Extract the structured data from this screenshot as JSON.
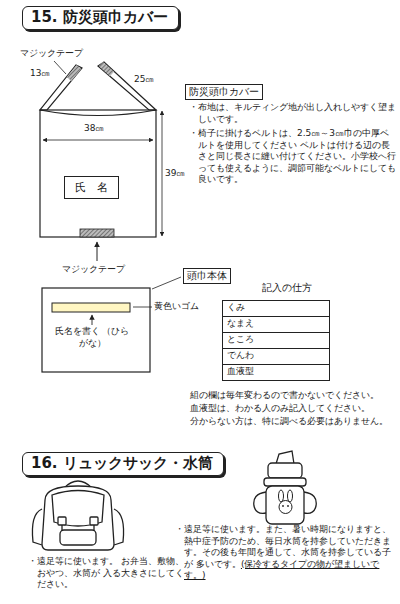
{
  "diagram": {
    "title": "15. 防災頭巾カバー",
    "nodes": [
      {
        "text": [
          "15. 防災頭巾カバー"
        ]
      },
      {
        "text": [
          "氏　名"
        ]
      },
      {
        "text": [
          "防災頭巾カバー"
        ]
      },
      {
        "text": [
          "頭巾本体"
        ]
      },
      {
        "text": [
          "16. リュックサック・水筒"
        ]
      }
    ],
    "labels": [
      "マジックテープ",
      "13㎝",
      "25㎝",
      "38㎝",
      "39㎝",
      "マジックテープ",
      "・布地は、キルティング地が出し入れしやすく望ましいです。",
      "・椅子に掛けるベルトは、2.5㎝～3㎝巾の中厚ベルトを使用してください ベルトは付ける辺の長さと同じ長さに縫い付けてください。小学校へ行っても使えるように、調節可能なベルトにしても良いです。",
      "黄色いゴム",
      "氏名を書く （ひらがな）",
      "記入の仕方",
      "くみ",
      "なまえ",
      "ところ",
      "でんわ",
      "血液型",
      "組の欄は毎年変わるので書かないでください。",
      "血液型は、わかる人のみ記入してください。",
      "分からない方は、特に調べる必要はありません。",
      "・遠足等に使います。 お弁当、敷物、おやつ、水筒が 入る大きさにしてください。",
      "・遠足等に使います。また、暑い時期になりますと、 熱中症予防のため、毎日水筒を持参していただきま す。その後も年間を通して、水筒を持参している子が 多いです。",
      "(保冷するタイプの物が望ましいです。)"
    ]
  }
}
